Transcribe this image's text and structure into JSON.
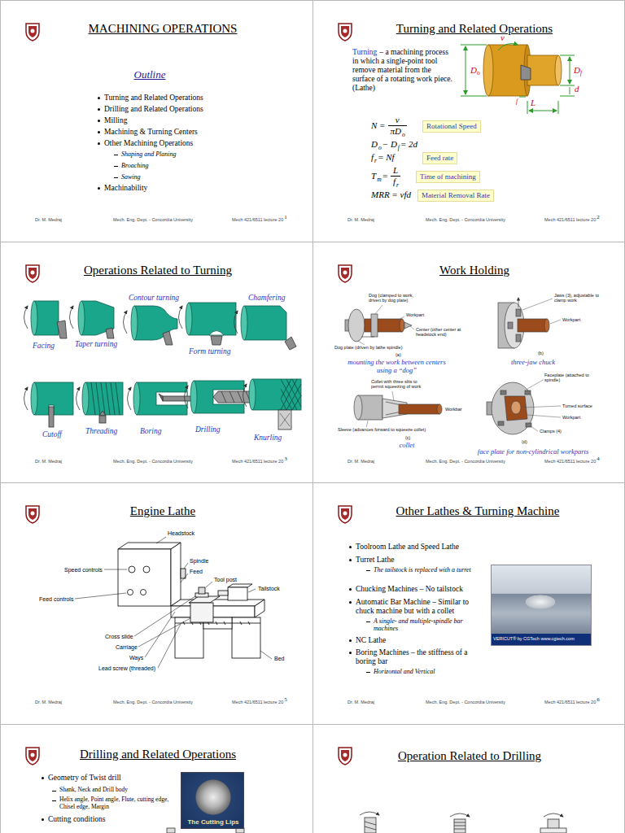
{
  "diagram": {
    "nodes": [
      {
        "text": [
          "MACHINING OPERATIONS",
          "Outline",
          "Turning and Related Operations",
          "Drilling and Related Operations",
          "Milling",
          "Machining & Turning Centers",
          "Other Machining Operations",
          "Shaping and Planing",
          "Broaching",
          "Sawing",
          "Machinability",
          "Dr. M. Medraj",
          "Mech. Eng. Dept. - Concordia University",
          "Mech 421/6511 lecture 20",
          "1"
        ]
      },
      {
        "text": [
          "Turning and Related Operations",
          "Turning",
          "– a machining process in which a single-point tool remove material from the surface of a rotating work piece. (Lathe)",
          "N =",
          "v",
          "πD",
          "o",
          "D",
          "o",
          "− D",
          "f",
          "= 2d",
          "f",
          "r",
          "= Nf",
          "T",
          "m",
          "=",
          "L",
          "f",
          "r",
          "MRR = vfd",
          "Dr. M. Medraj",
          "Mech. Eng. Dept. - Concordia University",
          "Mech 421/6511 lecture 20",
          "2"
        ]
      },
      {
        "text": [
          "Rotational Speed"
        ],
        "in": 1
      },
      {
        "text": [
          "Feed rate"
        ],
        "in": 1
      },
      {
        "text": [
          "Time of machining"
        ],
        "in": 1
      },
      {
        "text": [
          "Material Removal Rate"
        ],
        "in": 1
      },
      {
        "text": [
          "Operations Related to Turning",
          "Dr. M. Medraj",
          "Mech. Eng. Dept. - Concordia University",
          "Mech 421/6511 lecture 20",
          "3"
        ]
      },
      {
        "text": [
          "Work Holding",
          "Dr. M. Medraj",
          "Mech. Eng. Dept. - Concordia University",
          "Mech 421/6511 lecture 20",
          "4"
        ]
      },
      {
        "text": [
          "Engine Lathe",
          "Dr. M. Medraj",
          "Mech. Eng. Dept. - Concordia University",
          "Mech 421/6511 lecture 20",
          "5"
        ]
      },
      {
        "text": [
          "Other Lathes & Turning Machine",
          "Toolroom Lathe and Speed Lathe",
          "Turret Lathe",
          "The tailstock is replaced with a turret",
          "Chucking Machines – No tailstock",
          "Automatic Bar Machine – Similar to chuck machine but with a collet",
          "A single- and multiple-spindle bar machines",
          "NC Lathe",
          "Boring Machines – the stiffness of a boring bar",
          "Horizontal and Vertical",
          "Dr. M. Medraj",
          "Mech. Eng. Dept. - Concordia University",
          "Mech 421/6511 lecture 20",
          "6"
        ]
      },
      {
        "text": [
          "VERICUT® by CGTech www.cgtech.com"
        ],
        "in": 9
      },
      {
        "text": [
          "Drilling and Related Operations",
          "Geometry of Twist drill",
          "Shank, Neck and Drill body",
          "Helix angle, Point angle, Flute, cutting edge, Chisel edge, Margin",
          "Cutting conditions"
        ]
      },
      {
        "text": [
          "The Cutting Lips"
        ],
        "in": 11
      },
      {
        "text": [
          "Operation Related to Drilling"
        ]
      }
    ],
    "labels": [
      "v",
      "D",
      "o",
      "D",
      "f",
      "d",
      "L",
      "f",
      "Facing",
      "Taper turning",
      "Contour turning",
      "Form turning",
      "Chamfering",
      "Cutoff",
      "Threading",
      "Boring",
      "Drilling",
      "Knurling",
      "Dog (clamped to work, driven by dog plate)",
      "Workpart",
      "Center (other center at headstock end)",
      "Dog plate (driven by lathe spindle)",
      "(a)",
      "mounting the work between centers using a “dog”",
      "Jaws (3), adjustable to clamp work",
      "Workpart",
      "(b)",
      "three-jaw chuck",
      "Collet with three slits to permit squeezing of work",
      "Workbar",
      "Sleeve (advances forward to squeeze collet)",
      "(c)",
      "collet",
      "Faceplate (attached to spindle)",
      "Turned surface",
      "Workpart",
      "Clamps (4)",
      "(d)",
      "face plate for non-cylindrical workparts",
      "Headstock",
      "Spindle",
      "Speed controls",
      "Feed",
      "Tool post",
      "Tailstock",
      "Feed controls",
      "Cross slide",
      "Carriage",
      "Ways",
      "Lead screw (threaded)",
      "Bed"
    ]
  }
}
